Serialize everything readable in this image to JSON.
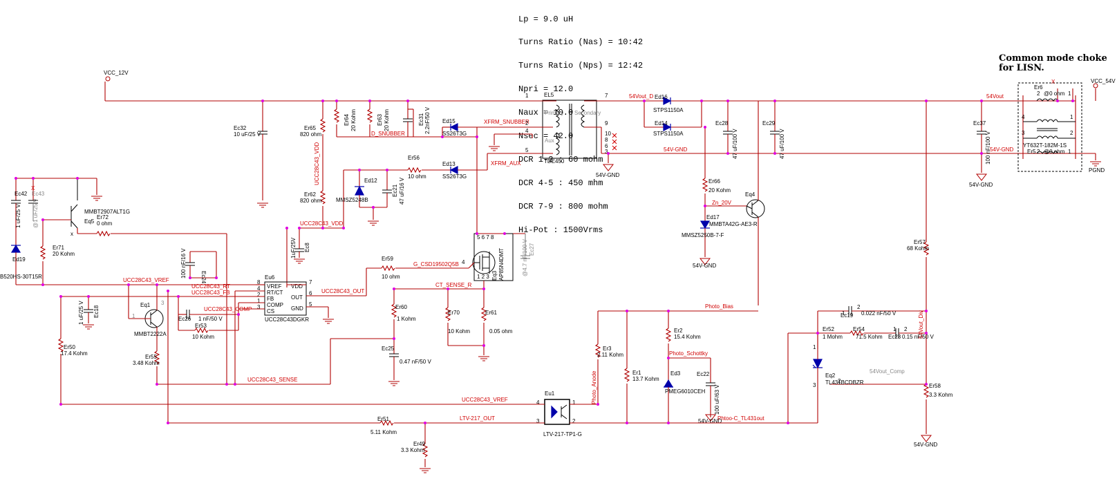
{
  "notes": {
    "lines": [
      "Lp = 9.0 uH",
      "Turns Ratio (Nas) = 10:42",
      "Turns Ratio (Nps) = 12:42",
      "Npri = 12.0",
      "Naux = 10.0",
      "Nsec = 42.0",
      "DCR 1-2 : 60 mohm",
      "DCR 4-5 : 450 mhm",
      "DCR 7-9 : 800 mohm",
      "Hi-Pot : 1500Vrms"
    ]
  },
  "choke_title": [
    "Common mode choke",
    "for LISN."
  ],
  "nets": {
    "vcc12": "VCC_12V",
    "vcc54": "VCC_54V",
    "vout_d": "54Vout_D",
    "vout": "54Vout",
    "gnd54": "54V-GND",
    "pgnd": "PGND",
    "d_snubber": "D_SNUBBER",
    "xfrm_snubber": "XFRM_SNUBBER",
    "xfrm_aux": "XFRM_AUX",
    "ucc_vdd": "UCC28C43_VDD",
    "ucc_vdd2": "UCC28C43_VDD",
    "ucc_vref": "UCC28C43_VREF",
    "ucc_vref2": "UCC28C43_VREF",
    "ucc_rt": "UCC28C43_RT",
    "ucc_fb": "UCC28C43_FB",
    "ucc_out": "UCC28C43_OUT",
    "ucc_comp": "UCC28C43_COMP",
    "ucc_sense": "UCC28C43_SENSE",
    "g_csd": "G_CSD19502Q5B",
    "ct_sense": "CT_SENSE_R",
    "zn20": "Zn_20V",
    "photo_bias": "Photo_Bias",
    "photo_schottky": "Photo_Schottky",
    "photo_anode": "Photo_Anode",
    "ltv_out": "LTV-217_OUT",
    "phtoo_c": "Phtoo-C_TL431out",
    "vout_div": "54Vout_Div",
    "vout_comp": "54Vout_Comp"
  },
  "parts": {
    "ec32": [
      "Ec32",
      "10 uF/25 V"
    ],
    "er65": [
      "Er65",
      "820 ohm"
    ],
    "er64": [
      "Er64",
      "20 Kohm"
    ],
    "er63": [
      "Er63",
      "20 Kohm"
    ],
    "ec31": [
      "Ec31",
      "2.2nF/50 V"
    ],
    "ed15": [
      "Ed15",
      "SS26T3G"
    ],
    "ed13": [
      "Ed13",
      "SS26T3G"
    ],
    "el5": [
      "EL5",
      "TDE450",
      "Primary",
      "Secondary",
      "Aux"
    ],
    "ed16": [
      "Ed16",
      "STPS1150A"
    ],
    "ed14": [
      "Ed14",
      "STPS1150A"
    ],
    "ec28": [
      "Ec28",
      "47 uF/100 V"
    ],
    "ec29": [
      "Ec29",
      "47 uF/100 V"
    ],
    "ec37": [
      "Ec37",
      "100 nF/100 V"
    ],
    "er6": [
      "Er6",
      "@0 ohm"
    ],
    "er5": [
      "Er5",
      "@0 ohm"
    ],
    "choke": [
      "YT632T-182M-1S"
    ],
    "er56": [
      "Er56",
      "10 ohm"
    ],
    "ed12": [
      "Ed12",
      "MMSZ5248B"
    ],
    "ec21": [
      "Ec21",
      "47 uF/16 V"
    ],
    "er62": [
      "Er62",
      "820 ohm"
    ],
    "ec42": [
      "Ec42",
      "1 uF/25 V"
    ],
    "ec43": [
      "Ec43",
      "@1 uF/25 V"
    ],
    "eq5": [
      "Eq5",
      "MMBT2907ALT1G"
    ],
    "er72": [
      "Er72",
      "0 ohm"
    ],
    "er71": [
      "Er71",
      "20 Kohm"
    ],
    "ed19": [
      "Ed19",
      "B520HS-30T15R"
    ],
    "ec24": [
      "Ec24",
      "100 nF/16 V"
    ],
    "ec8": [
      "Ec8",
      "1uF/25V"
    ],
    "eu6": [
      "Eu6",
      "UCC28C43DGKR",
      "VREF",
      "RT/CT",
      "FB",
      "COMP",
      "CS",
      "VDD",
      "OUT",
      "GND"
    ],
    "eq1": [
      "Eq1",
      "MMBT2222A"
    ],
    "ec26": [
      "Ec26",
      "1 nF/50 V"
    ],
    "er53": [
      "Er53",
      "10 Kohm"
    ],
    "ec18": [
      "Ec18",
      "1 uF/25 V"
    ],
    "er50": [
      "Er50",
      "17.4 Kohm"
    ],
    "er55": [
      "Er55",
      "3.48 Kohm"
    ],
    "er59": [
      "Er59",
      "10 ohm"
    ],
    "eq3": [
      "Eq3",
      "AP85N4DMT"
    ],
    "ec27": [
      "Ec27",
      "@4.7 nF/100 V"
    ],
    "er60": [
      "Er60",
      "1 Kohm"
    ],
    "ec25": [
      "Ec25",
      "0.47 nF/50 V"
    ],
    "er70": [
      "Er70",
      "10 Kohm"
    ],
    "er61": [
      "Er61",
      "0.05 ohm"
    ],
    "er66": [
      "Er66",
      "20 Kohm"
    ],
    "eq4": [
      "Eq4",
      "MMBTA42G-AE3-R"
    ],
    "ed17": [
      "Ed17",
      "MMSZ5250B-7-F"
    ],
    "er57": [
      "Er57",
      "68 Kohm"
    ],
    "er3": [
      "Er3",
      "2.11 Kohm"
    ],
    "er1": [
      "Er1",
      "13.7 Kohm"
    ],
    "er2": [
      "Er2",
      "15.4 Kohm"
    ],
    "ed3": [
      "Ed3",
      "PMEG6010CEH"
    ],
    "ec22": [
      "Ec22",
      "100 uF/63 V"
    ],
    "eu1": [
      "Eu1",
      "LTV-217-TP1-G"
    ],
    "er51": [
      "Er51",
      "5.11 Kohm"
    ],
    "er49": [
      "Er49",
      "3.3 Kohm"
    ],
    "ec19": [
      "Ec19",
      "0.022 nF/50 V"
    ],
    "er52": [
      "Er52",
      "1 Mohm"
    ],
    "er54": [
      "Er54",
      "71.5 Kohm"
    ],
    "ec23": [
      "Ec23",
      "0.15 nF/50 V"
    ],
    "eq2": [
      "Eq2",
      "TL431BCDBZR"
    ],
    "er58": [
      "Er58",
      "3.3 Kohm"
    ]
  }
}
